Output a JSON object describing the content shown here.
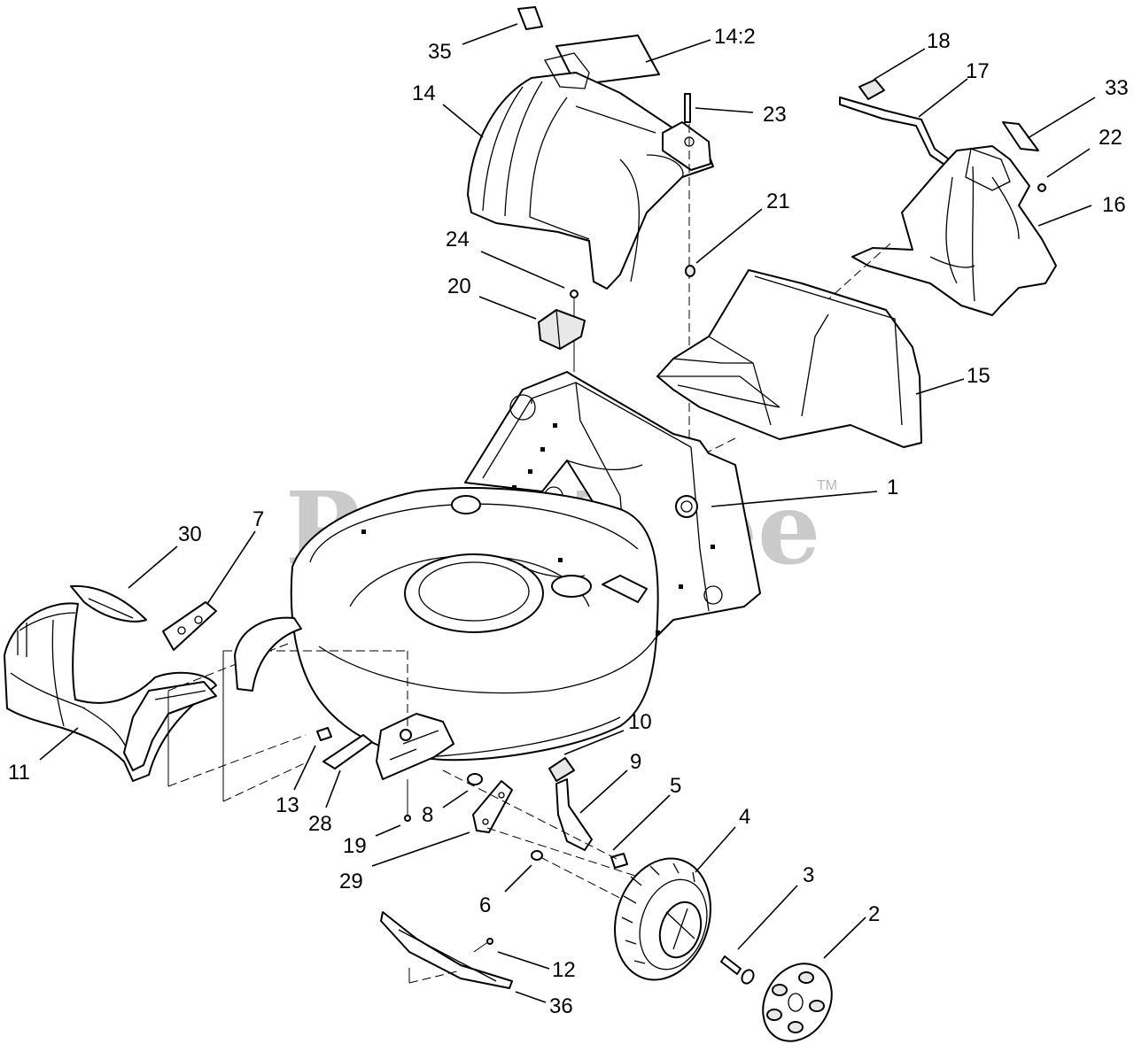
{
  "watermark": {
    "brand": "PartsTree",
    "trademark": "TM"
  },
  "callouts": [
    {
      "id": "35",
      "text": "35"
    },
    {
      "id": "14-2",
      "text": "14:2"
    },
    {
      "id": "18",
      "text": "18"
    },
    {
      "id": "17",
      "text": "17"
    },
    {
      "id": "33",
      "text": "33"
    },
    {
      "id": "14",
      "text": "14"
    },
    {
      "id": "23",
      "text": "23"
    },
    {
      "id": "22",
      "text": "22"
    },
    {
      "id": "16",
      "text": "16"
    },
    {
      "id": "21",
      "text": "21"
    },
    {
      "id": "24",
      "text": "24"
    },
    {
      "id": "20",
      "text": "20"
    },
    {
      "id": "15",
      "text": "15"
    },
    {
      "id": "1",
      "text": "1"
    },
    {
      "id": "30",
      "text": "30"
    },
    {
      "id": "7",
      "text": "7"
    },
    {
      "id": "10",
      "text": "10"
    },
    {
      "id": "9",
      "text": "9"
    },
    {
      "id": "5",
      "text": "5"
    },
    {
      "id": "4",
      "text": "4"
    },
    {
      "id": "11",
      "text": "11"
    },
    {
      "id": "13",
      "text": "13"
    },
    {
      "id": "28",
      "text": "28"
    },
    {
      "id": "8",
      "text": "8"
    },
    {
      "id": "19",
      "text": "19"
    },
    {
      "id": "3",
      "text": "3"
    },
    {
      "id": "29",
      "text": "29"
    },
    {
      "id": "2",
      "text": "2"
    },
    {
      "id": "6",
      "text": "6"
    },
    {
      "id": "12",
      "text": "12"
    },
    {
      "id": "36",
      "text": "36"
    }
  ]
}
